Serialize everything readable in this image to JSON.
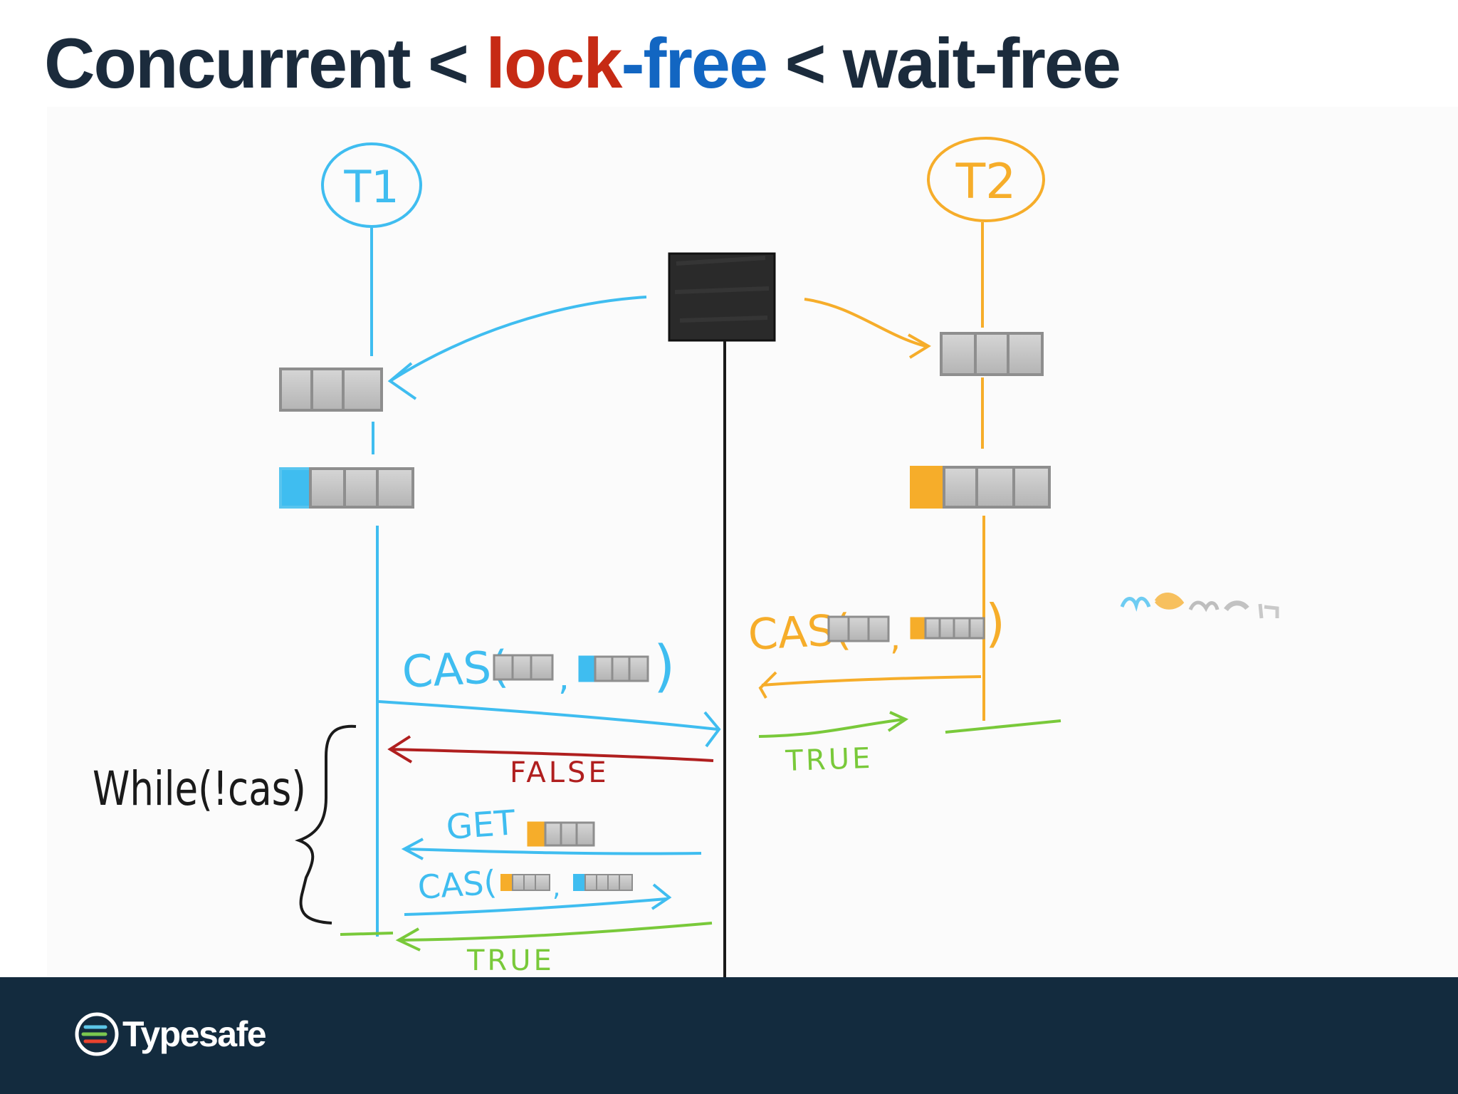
{
  "title": {
    "part1": "Concurrent < ",
    "part2": "lock",
    "part3": "-free",
    "part4": " < wait-free"
  },
  "diagram": {
    "thread1_label": "T1",
    "thread2_label": "T2",
    "t1_cas_label": "CAS(",
    "t1_cas_close": ")",
    "t1_false_label": "FALSE",
    "t1_get_label": "GET",
    "t1_cas2_label": "CAS(",
    "t1_true_label": "TRUE",
    "t2_cas_label": "CAS(",
    "t2_cas_close": ")",
    "t2_true_label": "TRUE",
    "loop_label": "While(!cas)"
  },
  "footer": {
    "brand": "Typesafe"
  },
  "colors": {
    "title_dark": "#1b2b3c",
    "lock_red": "#c62a14",
    "free_blue": "#1266c2",
    "t1_blue": "#3fbdf0",
    "t2_orange": "#f6ad2a",
    "false_red": "#b01f1f",
    "true_green": "#79c93a",
    "footer_bg": "#132b3e",
    "cell_gray": "#c4c4c4"
  }
}
